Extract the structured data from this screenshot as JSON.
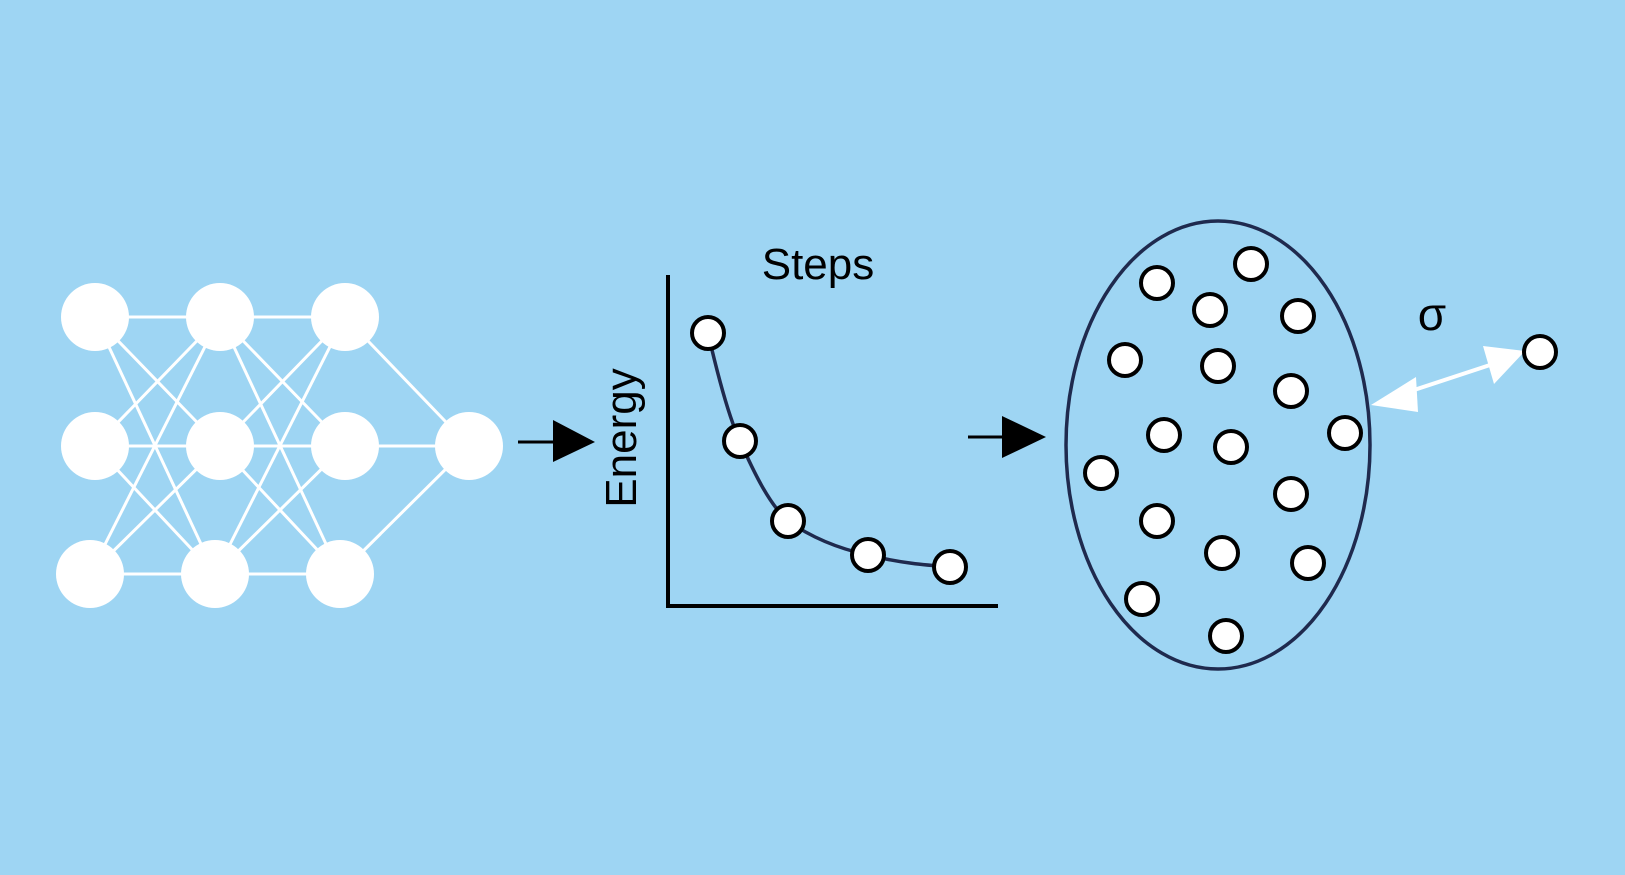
{
  "diagram": {
    "plot": {
      "x_label": "Steps",
      "y_label": "Energy"
    },
    "ensemble": {
      "distance_symbol": "σ"
    }
  },
  "colors": {
    "background": "#9ED5F3",
    "network": "#FFFFFF",
    "ink": "#000000",
    "ellipse_stroke": "#1F2A4E",
    "curve": "#1F2A4E",
    "marker_fill": "#FFFFFF"
  },
  "icons": {
    "flow_arrow": "right-arrow-icon",
    "distance_arrow": "double-arrow-icon"
  }
}
